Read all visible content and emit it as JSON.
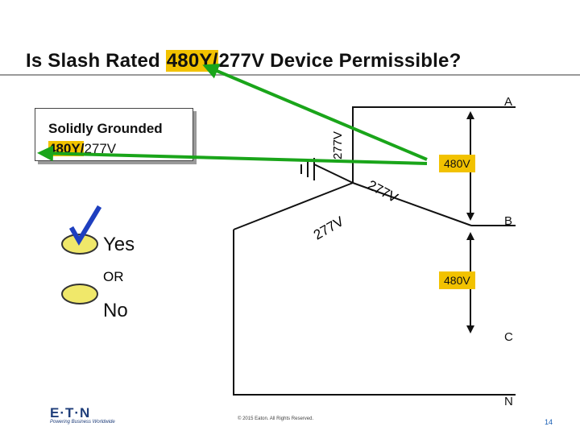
{
  "title": {
    "pre": "Is Slash Rated ",
    "highlight": "480Y/",
    "post": "277V Device Permissible?"
  },
  "system_label": {
    "line1": "Solidly Grounded",
    "line2_highlight": "480Y/",
    "line2_rest": "277V"
  },
  "terminals": {
    "a": "A",
    "b": "B",
    "c": "C",
    "n": "N"
  },
  "voltages": {
    "line_ab": "480V",
    "line_bc": "480V",
    "phase_vertical": "277V",
    "phase_upper": "277V",
    "phase_lower": "277V"
  },
  "choices": {
    "yes": "Yes",
    "or": "OR",
    "no": "No"
  },
  "footer": {
    "copyright": "© 2015 Eaton. All Rights Reserved.",
    "page": "14",
    "logo": "E·T·N",
    "tagline": "Powering Business Worldwide"
  },
  "colors": {
    "highlight": "#f2c200",
    "arrow": "#1aa51a",
    "check": "#1e3fbf",
    "radio_fill": "#f0e86a"
  }
}
